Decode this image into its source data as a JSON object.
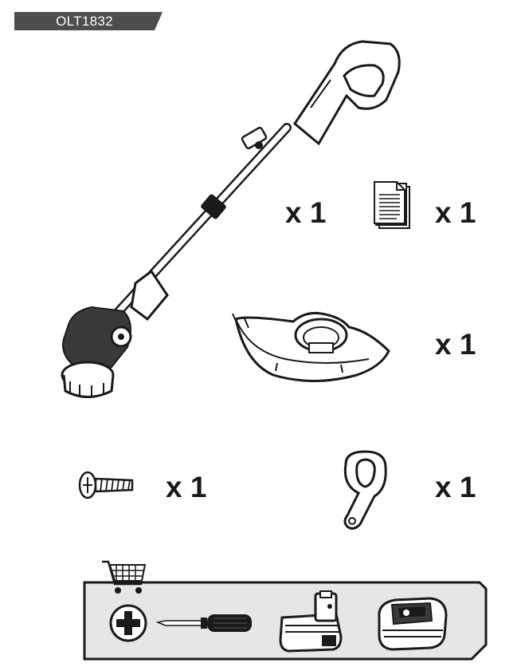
{
  "model": "OLT1832",
  "contents": [
    {
      "item": "trimmer-assembly",
      "quantity": "x 1"
    },
    {
      "item": "operator-manual",
      "quantity": "x 1"
    },
    {
      "item": "guard",
      "quantity": "x 1"
    },
    {
      "item": "screw",
      "quantity": "x 1"
    },
    {
      "item": "edging-wheel-handle",
      "quantity": "x 1"
    }
  ],
  "required_not_included": {
    "icons": [
      "shopping-cart-icon",
      "phillips-screw-icon",
      "screwdriver-icon",
      "battery-icon",
      "charger-icon"
    ]
  },
  "colors": {
    "tab": "#4d4d4d",
    "panel": "#e6e6e6",
    "ink": "#1a1a1a"
  }
}
